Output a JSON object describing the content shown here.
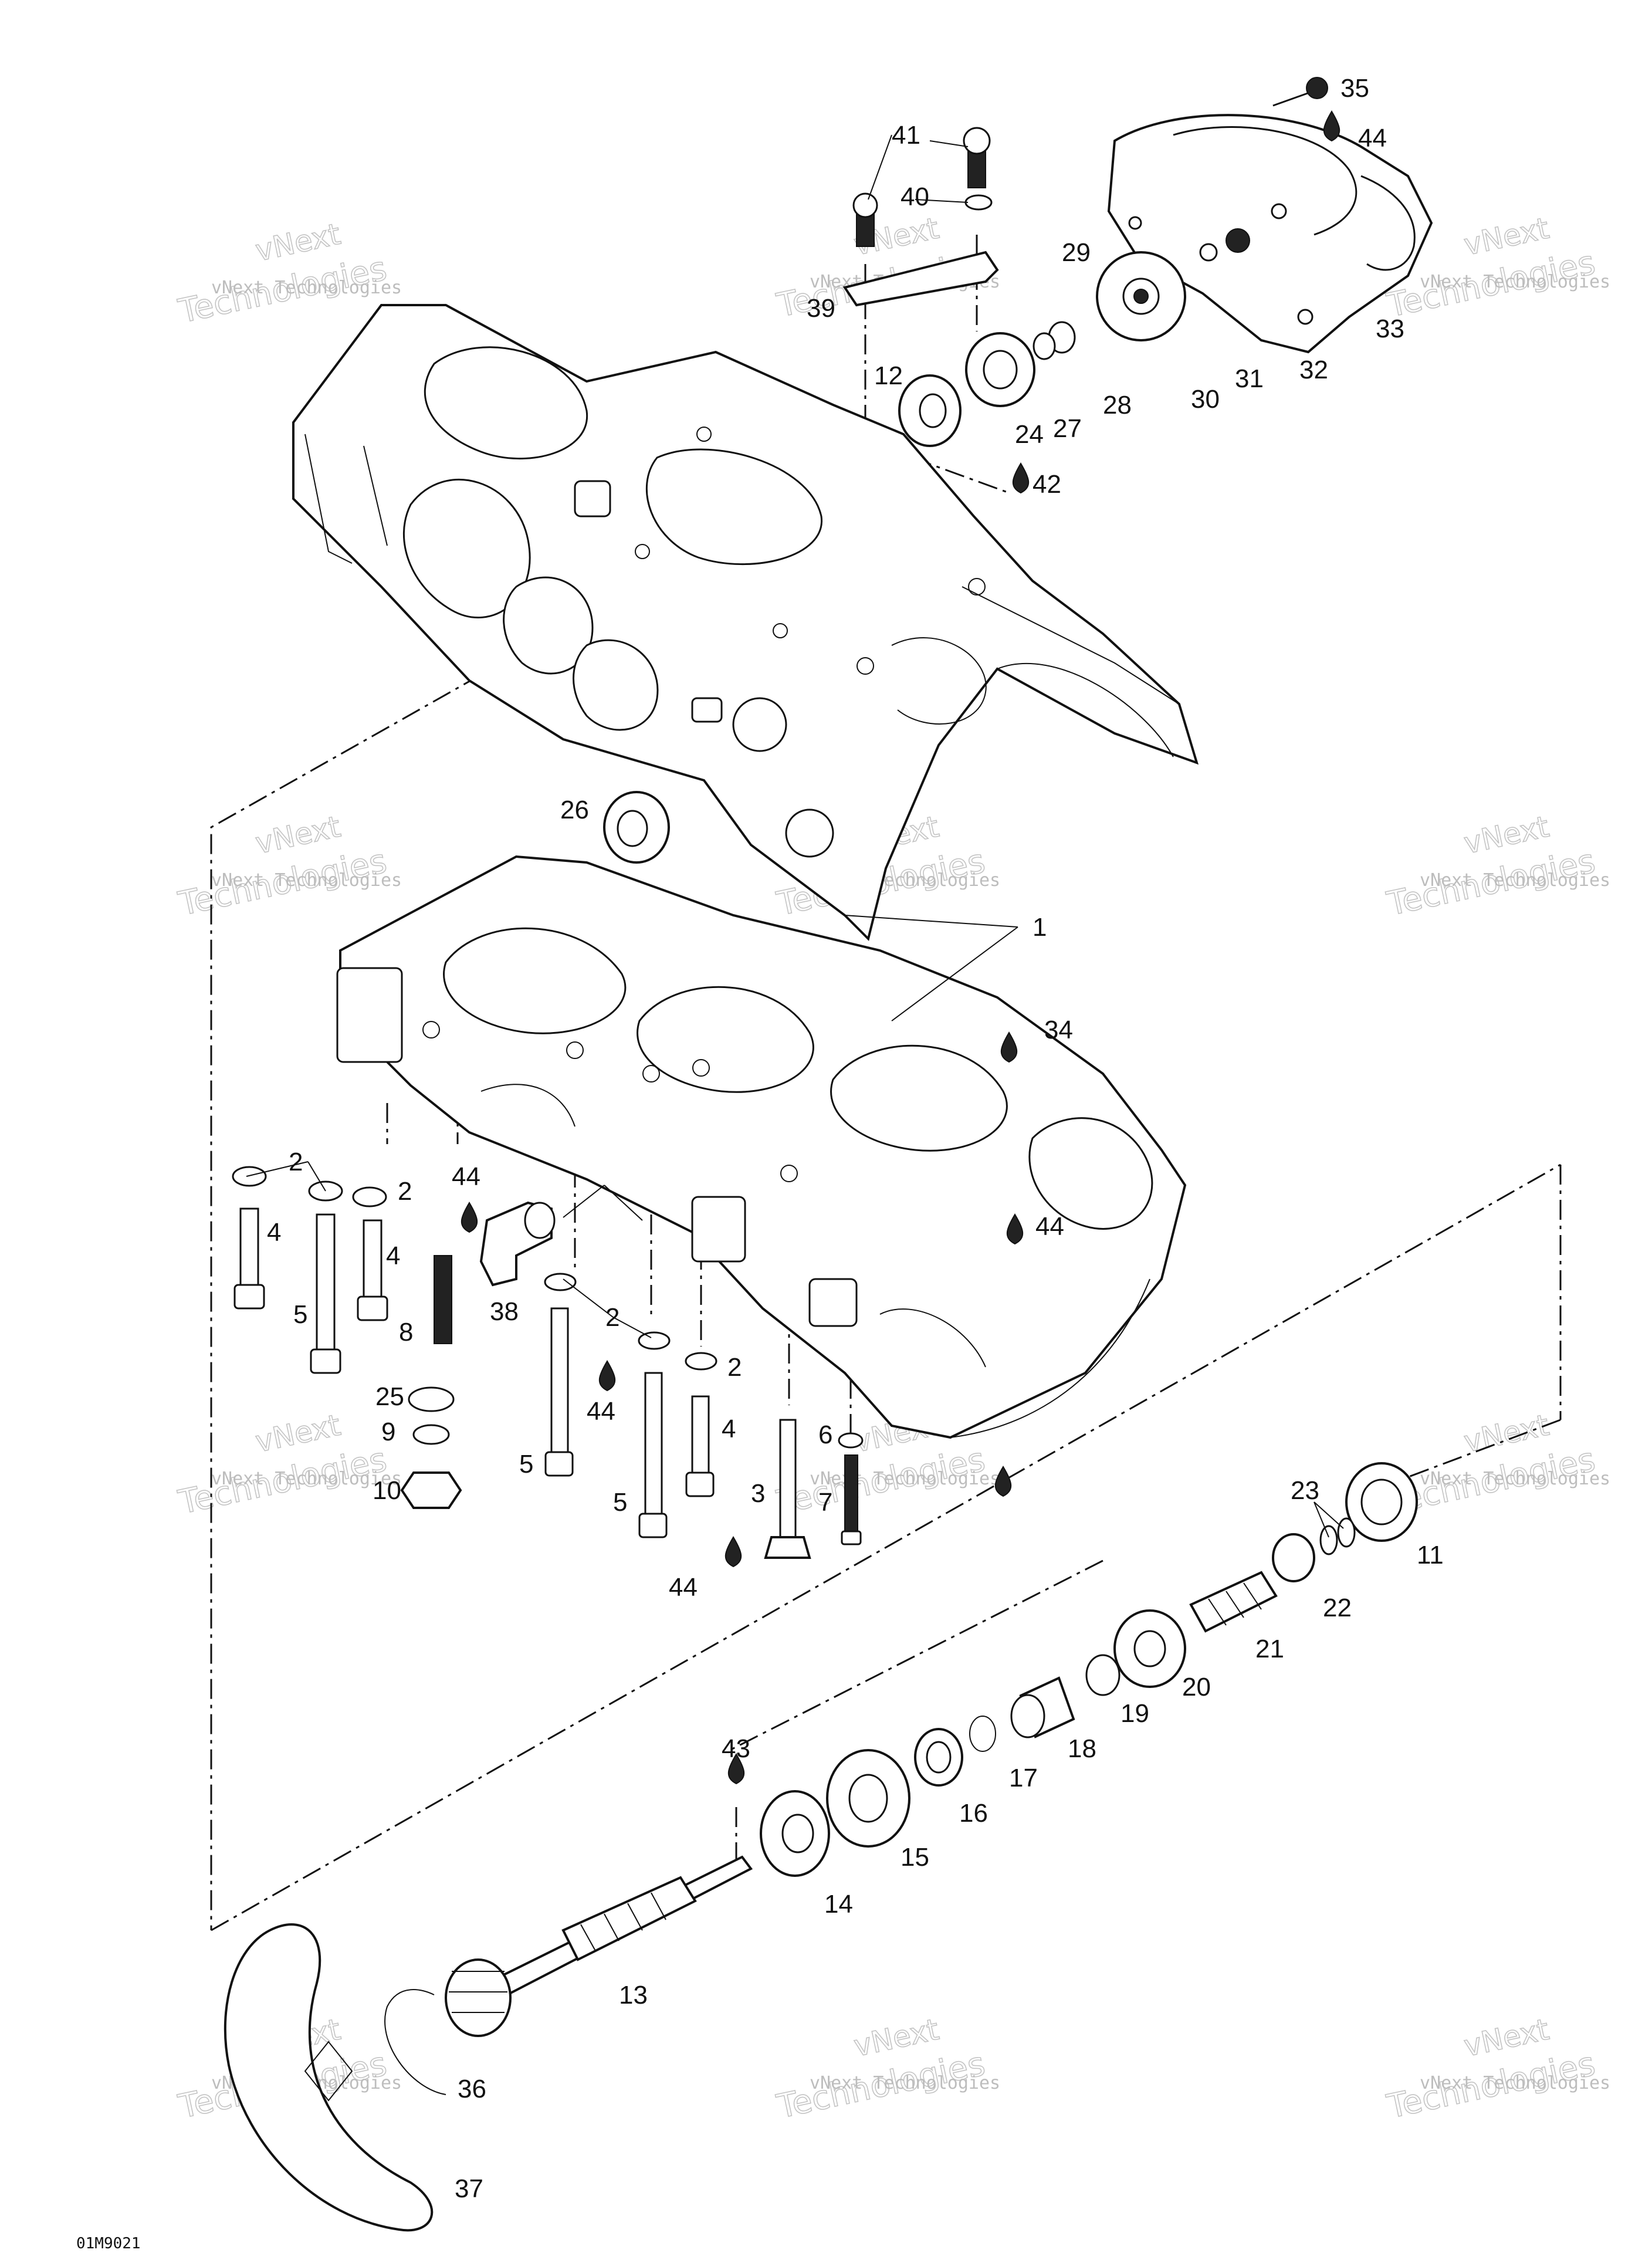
{
  "labels": [
    "1",
    "2",
    "3",
    "4",
    "5",
    "6",
    "7",
    "8",
    "9",
    "10",
    "11",
    "12",
    "13",
    "14",
    "15",
    "16",
    "17",
    "18",
    "19",
    "20",
    "21",
    "22",
    "23",
    "24",
    "25",
    "26",
    "27",
    "28",
    "29",
    "30",
    "31",
    "32",
    "33",
    "34",
    "35",
    "36",
    "37",
    "38",
    "39",
    "40",
    "41",
    "42",
    "43",
    "44"
  ],
  "watermark": {
    "line1": "vNext Technologies",
    "line2": "vNext",
    "line3": "Technologies"
  },
  "diagram_code": "01M9021"
}
